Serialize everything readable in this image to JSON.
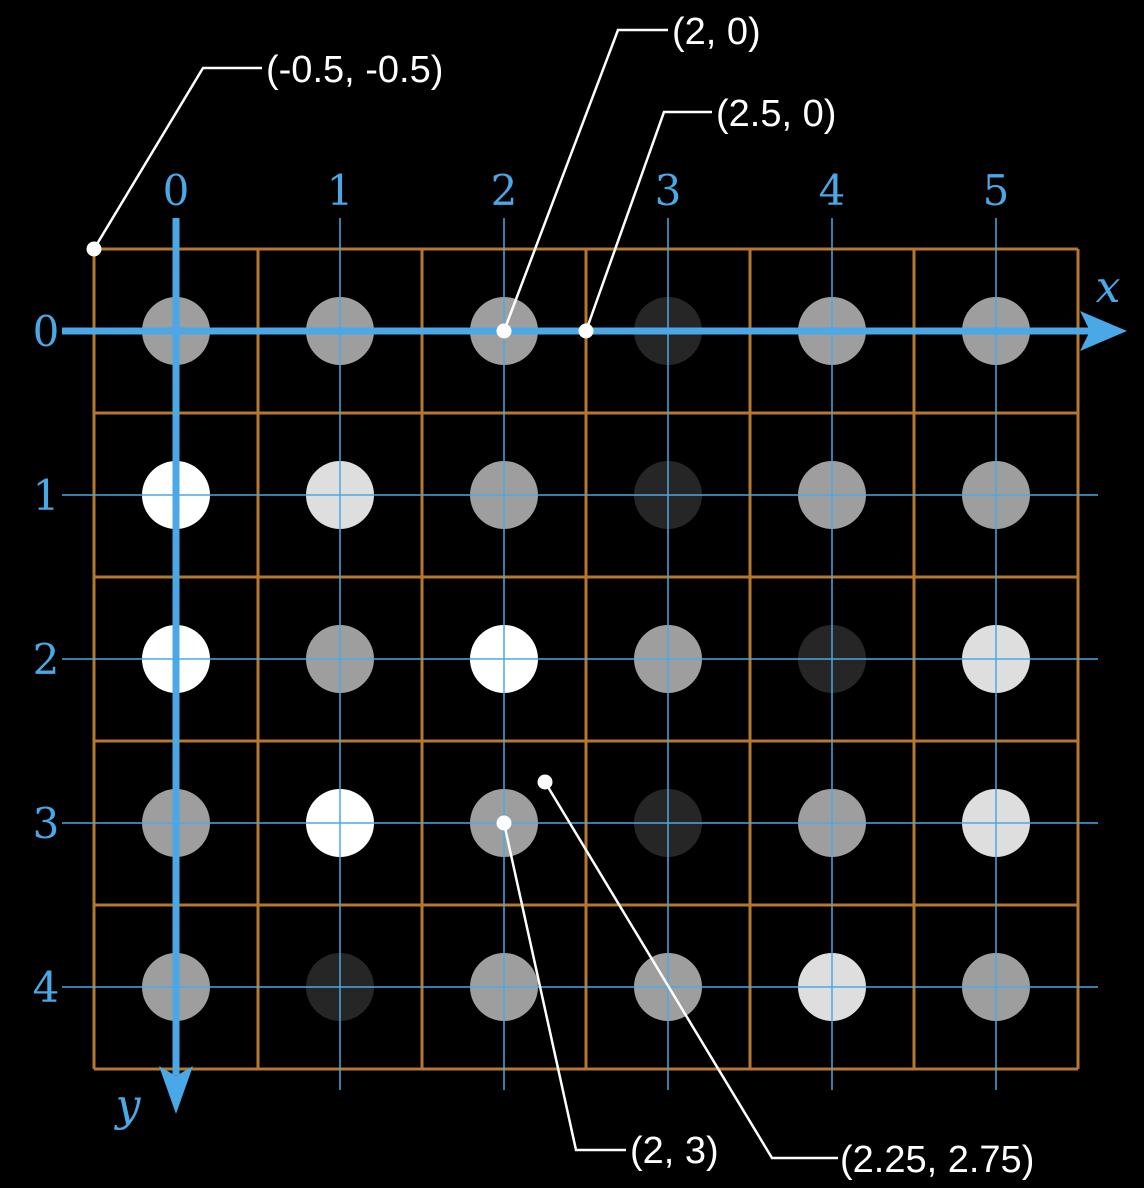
{
  "diagram": {
    "x_axis_label": "x",
    "y_axis_label": "y",
    "x_ticks": [
      "0",
      "1",
      "2",
      "3",
      "4",
      "5"
    ],
    "y_ticks": [
      "0",
      "1",
      "2",
      "3",
      "4"
    ],
    "pixel_grid": {
      "columns": 6,
      "rows": 5,
      "intensities": [
        [
          0.62,
          0.62,
          0.62,
          0.15,
          0.62,
          0.62
        ],
        [
          1.0,
          0.87,
          0.62,
          0.15,
          0.62,
          0.62
        ],
        [
          1.0,
          0.62,
          1.0,
          0.62,
          0.15,
          0.87
        ],
        [
          0.62,
          1.0,
          0.62,
          0.15,
          0.62,
          0.87
        ],
        [
          0.62,
          0.15,
          0.62,
          0.62,
          0.87,
          0.62
        ]
      ]
    },
    "callouts": [
      {
        "label": "(-0.5, -0.5)",
        "x": -0.5,
        "y": -0.5
      },
      {
        "label": "(2, 0)",
        "x": 2,
        "y": 0
      },
      {
        "label": "(2.5, 0)",
        "x": 2.5,
        "y": 0
      },
      {
        "label": "(2, 3)",
        "x": 2,
        "y": 3
      },
      {
        "label": "(2.25, 2.75)",
        "x": 2.25,
        "y": 2.75
      }
    ],
    "colors": {
      "background": "#000000",
      "axis": "#4aa8e6",
      "cell_border": "#b5782e",
      "callout": "#ffffff"
    }
  }
}
